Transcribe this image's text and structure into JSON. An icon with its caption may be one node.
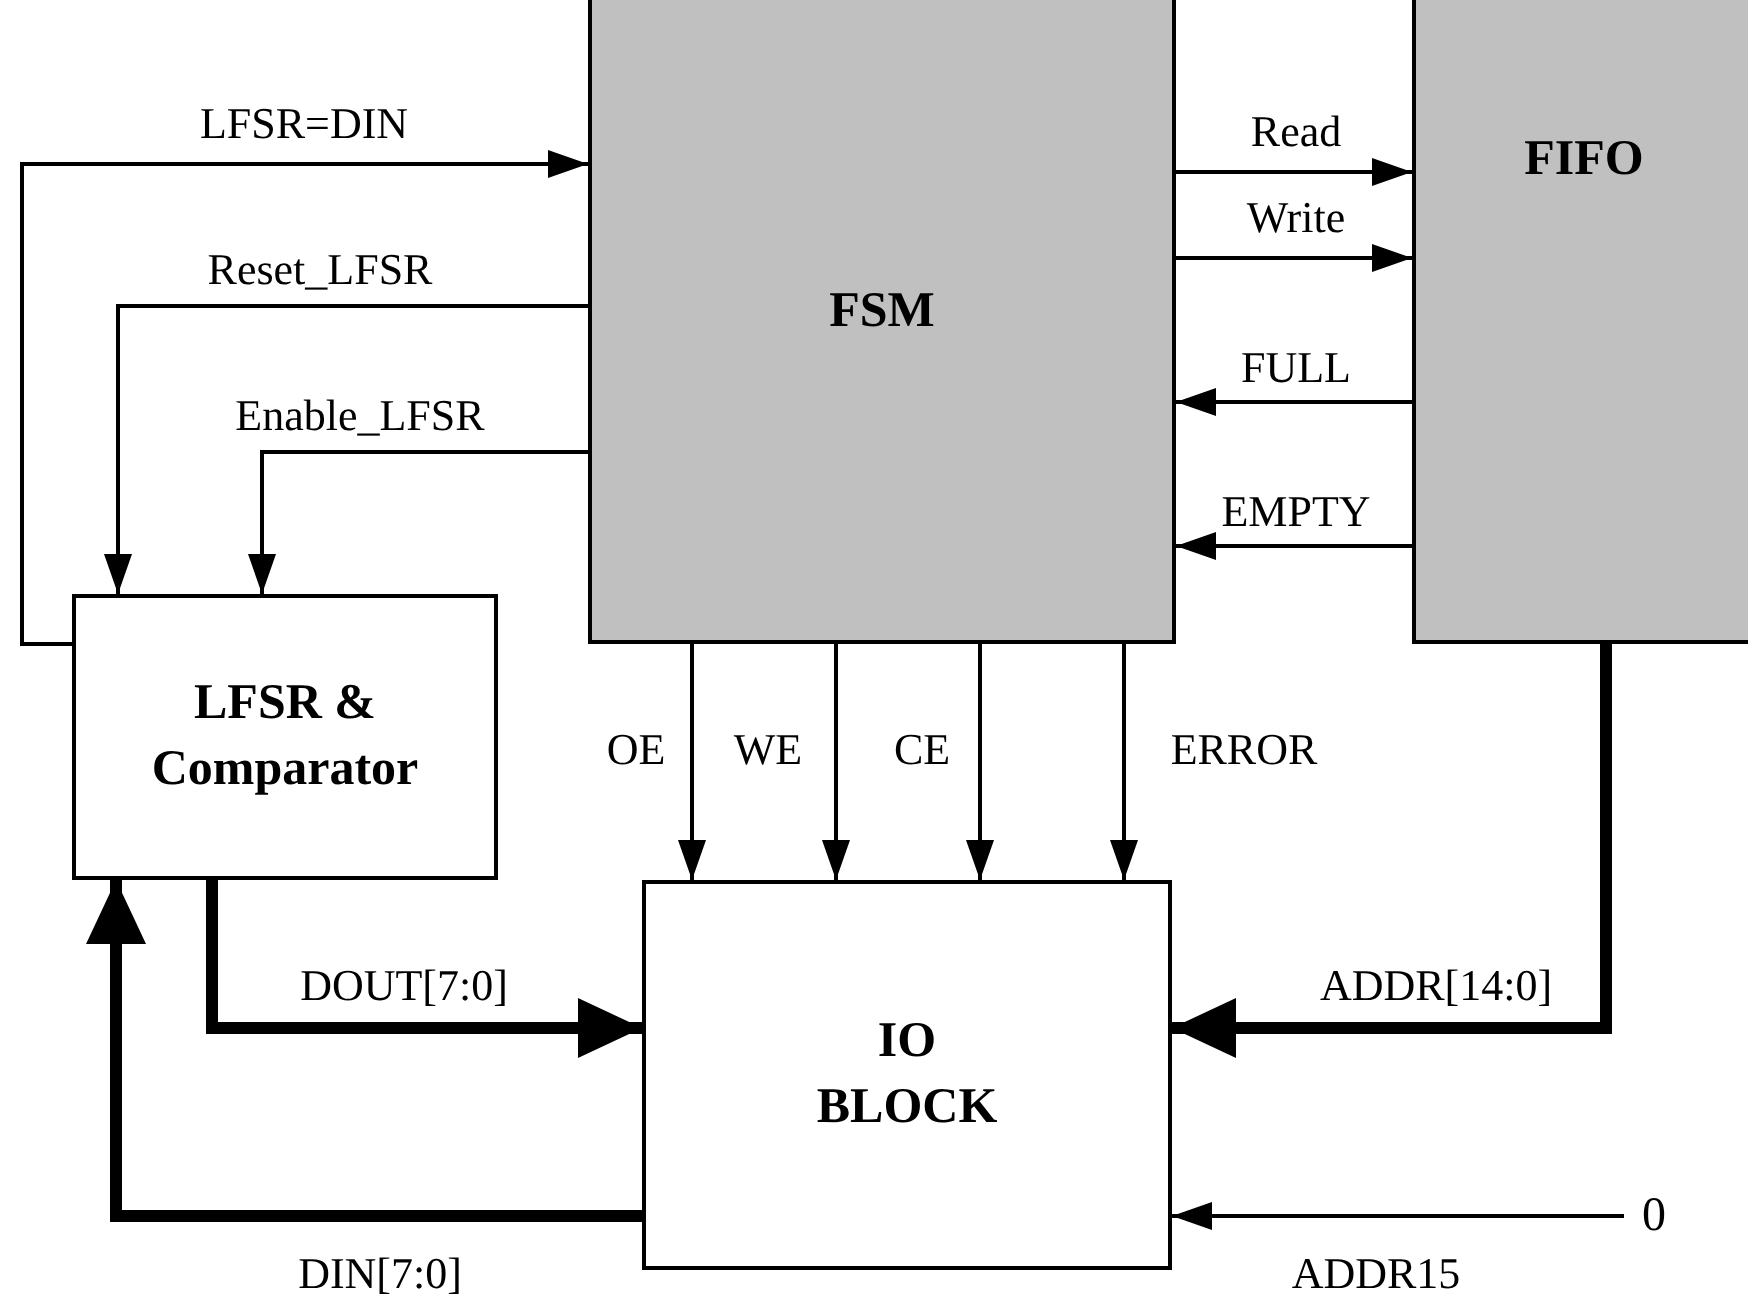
{
  "diagram": {
    "nodes": [
      {
        "text": [
          "FSM"
        ]
      },
      {
        "text": [
          "FIFO"
        ]
      },
      {
        "text": [
          "LFSR & Comparator"
        ]
      },
      {
        "text": [
          "IO BLOCK"
        ]
      },
      {
        "text": [
          "0"
        ]
      }
    ],
    "edges": [
      {
        "from": 2,
        "to": 0,
        "arrow": "to",
        "label": "LFSR=DIN"
      },
      {
        "from": 0,
        "to": 2,
        "arrow": "to",
        "label": "Reset_LFSR"
      },
      {
        "from": 0,
        "to": 2,
        "arrow": "to",
        "label": "Enable_LFSR"
      },
      {
        "from": 0,
        "to": 1,
        "arrow": "to",
        "label": "Read"
      },
      {
        "from": 0,
        "to": 1,
        "arrow": "to",
        "label": "Write"
      },
      {
        "from": 1,
        "to": 0,
        "arrow": "to",
        "label": "FULL"
      },
      {
        "from": 1,
        "to": 0,
        "arrow": "to",
        "label": "EMPTY"
      },
      {
        "from": 0,
        "to": 3,
        "arrow": "to",
        "label": "OE"
      },
      {
        "from": 0,
        "to": 3,
        "arrow": "to",
        "label": "WE"
      },
      {
        "from": 0,
        "to": 3,
        "arrow": "to",
        "label": "CE"
      },
      {
        "from": 0,
        "to": 3,
        "arrow": "to",
        "label": "ERROR"
      },
      {
        "from": 2,
        "to": 3,
        "arrow": "to",
        "label": "DOUT[7:0]",
        "style": "thick"
      },
      {
        "from": 1,
        "to": 3,
        "arrow": "to",
        "label": "ADDR[14:0]",
        "style": "thick"
      },
      {
        "from": 3,
        "to": 2,
        "arrow": "to",
        "label": "DIN[7:0]",
        "style": "thick"
      },
      {
        "from": 4,
        "to": 3,
        "arrow": "to",
        "label": "ADDR15"
      }
    ]
  }
}
